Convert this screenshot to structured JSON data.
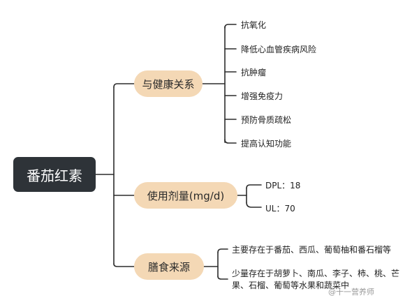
{
  "root": {
    "label": "番茄红素"
  },
  "branches": [
    {
      "label": "与健康关系",
      "leaves": [
        "抗氧化",
        "降低心血管疾病风险",
        "抗肿瘤",
        "增强免疫力",
        "预防骨质疏松",
        "提高认知功能"
      ]
    },
    {
      "label": "使用剂量(mg/d)",
      "leaves": [
        "DPL：18",
        "UL：70"
      ]
    },
    {
      "label": "膳食来源",
      "leaves": [
        "主要存在于番茄、西瓜、葡萄柚和番石榴等",
        "少量存在于胡萝卜、南瓜、李子、柿、桃、芒果、石榴、葡萄等水果和蔬菜中"
      ]
    }
  ],
  "watermark": "@十一营养师",
  "colors": {
    "root_fill": "#2e3338",
    "branch_fill": "#f4d8b5",
    "line": "#2b2b2b"
  }
}
